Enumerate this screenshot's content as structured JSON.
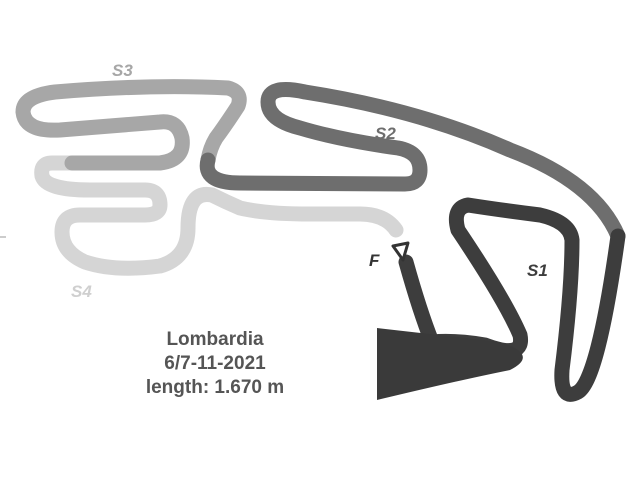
{
  "track": {
    "name": "Lombardia",
    "dates": "6/7-11-2021",
    "length": "length: 1.670 m"
  },
  "sectors": [
    {
      "id": "S1",
      "label": "S1",
      "color": "#3d3d3d"
    },
    {
      "id": "S2",
      "label": "S2",
      "color": "#6e6e6e"
    },
    {
      "id": "S3",
      "label": "S3",
      "color": "#a7a7a7"
    },
    {
      "id": "S4",
      "label": "S4",
      "color": "#d5d5d5"
    }
  ],
  "finish": {
    "label": "F",
    "color": "#333333"
  },
  "colors": {
    "caption": "#555555",
    "pit": "#3a3a3a"
  }
}
